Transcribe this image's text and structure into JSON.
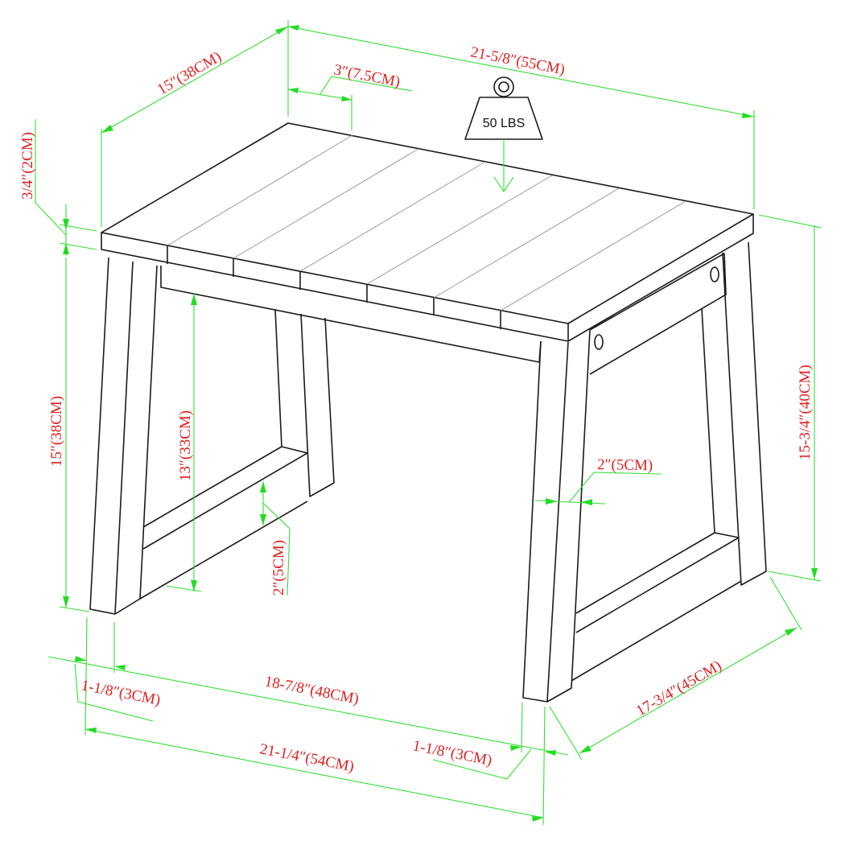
{
  "diagram": {
    "subject": "Slatted side table / bench, isometric line drawing with dimensions",
    "colors": {
      "outline": "#1a1a1a",
      "dimension_line": "#33e033",
      "dimension_text": "#e02020",
      "background": "#ffffff"
    },
    "load": {
      "label": "50 LBS",
      "icon": "weight-icon"
    },
    "dimensions": {
      "top_length": "21-5/8″(55CM)",
      "top_depth": "15″(38CM)",
      "slat_width": "3″(7.5CM)",
      "top_thickness": "3/4″(2CM)",
      "overall_height_left": "15″(38CM)",
      "inner_clearance": "13″(33CM)",
      "stretcher_height": "2″(5CM)",
      "leg_width": "2″(5CM)",
      "overall_height_right": "15-3/4″(40CM)",
      "base_depth": "17-3/4″(45CM)",
      "inner_span": "18-7/8″(48CM)",
      "leg_offset_left": "1-1/8″(3CM)",
      "leg_offset_right": "1-1/8″(3CM)",
      "base_length": "21-1/4″(54CM)"
    }
  }
}
